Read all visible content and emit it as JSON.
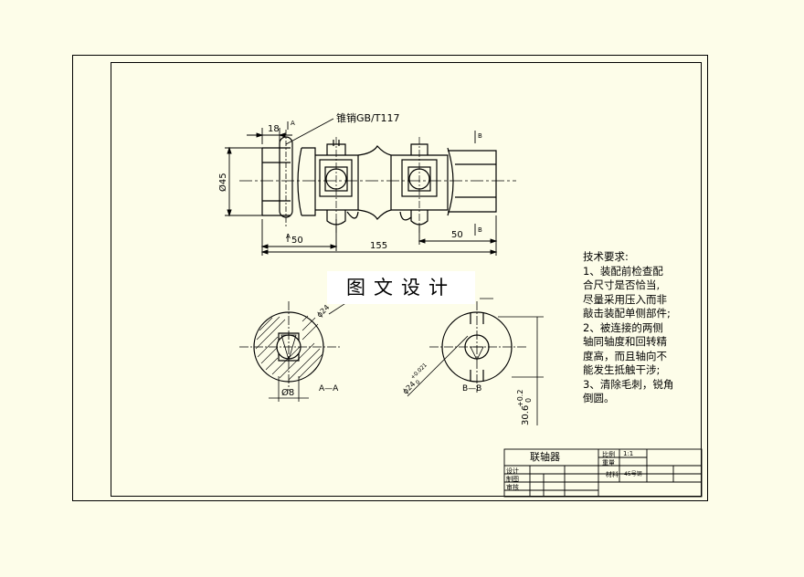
{
  "drawing": {
    "dims": {
      "top_18": "18",
      "dia_45": "Ø45",
      "left_50": "50",
      "total_155": "155",
      "right_50": "50",
      "pin_dia_8": "Ø8",
      "shaft_dia_24": "ϕ24",
      "shaft_tol": "+0.021",
      "shaft_tol_zero": "0",
      "keyway_dim": "30.6",
      "keyway_tol": "+0.2",
      "keyway_tol_zero": "0"
    },
    "pin_note": "锥销GB/T117",
    "section_marks": {
      "a_top": "A",
      "a_bottom": "A",
      "b_top": "B",
      "b_bottom": "B"
    },
    "section_labels": {
      "aa": "A—A",
      "bb": "B—B"
    },
    "watermark": "图文设计"
  },
  "tech_requirements": {
    "title": "技术要求:",
    "lines": [
      "1、装配前检查配",
      "合尺寸是否恰当,",
      "尽量采用压入而非",
      "敲击装配单侧部件;",
      "2、被连接的两侧",
      "轴同轴度和回转精",
      "度高，而且轴向不",
      "能发生抵触干涉;",
      "3、清除毛刺，锐角",
      "倒圆。"
    ]
  },
  "title_block": {
    "name": "联轴器",
    "scale_label": "比例",
    "scale_value": "1:1",
    "weight_label": "重量",
    "material_label": "材料",
    "material_value": "45号钢",
    "design_label": "设计",
    "draw_label": "制图",
    "review_label": "审核"
  }
}
